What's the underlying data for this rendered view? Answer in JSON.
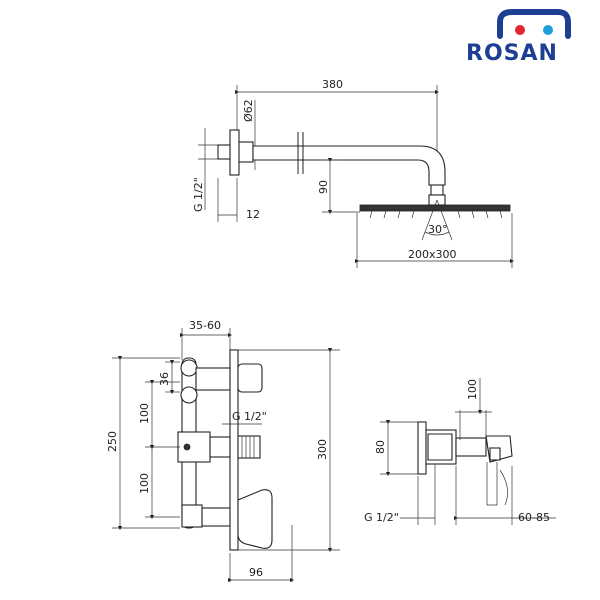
{
  "brand": {
    "name": "ROSAN",
    "colors": {
      "primary": "#1c3f94",
      "red": "#e3262d"
    }
  },
  "top_view": {
    "dims": {
      "arm_length": "380",
      "flange_dia": "Ø62",
      "thread": "G 1/2\"",
      "offset": "12",
      "drop": "90",
      "angle": "30°",
      "head_size": "200x300"
    }
  },
  "bottom_left_view": {
    "dims": {
      "depth": "35-60",
      "small": "36",
      "spacing_upper": "100",
      "spacing_lower": "100",
      "total_height": "250",
      "plate_height": "300",
      "thread": "G 1/2\"",
      "width": "96"
    }
  },
  "bottom_right_view": {
    "dims": {
      "height": "80",
      "top": "100",
      "thread": "G 1/2\"",
      "depth": "60-85"
    }
  }
}
